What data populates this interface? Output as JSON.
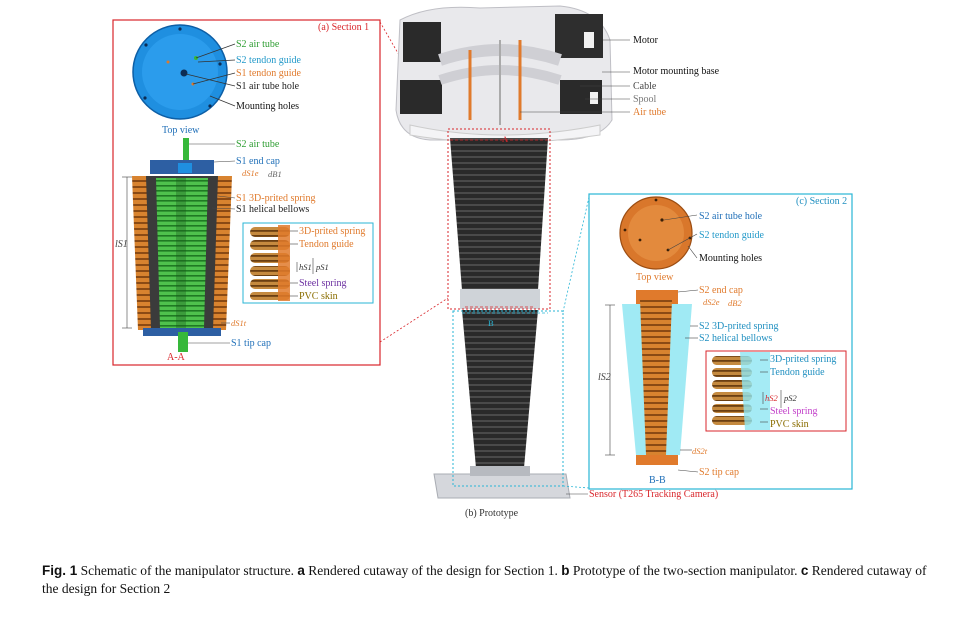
{
  "section1": {
    "title": "(a) Section 1",
    "top_view": "Top view",
    "cut": "A-A",
    "labels": {
      "s2_air_tube": "S2 air tube",
      "s2_tendon_guide": "S2 tendon guide",
      "s1_tendon_guide": "S1 tendon guide",
      "s1_air_tube_hole": "S1 air tube hole",
      "mounting_holes": "Mounting holes",
      "s2_air_tube_b": "S2 air tube",
      "s1_end_cap": "S1 end cap",
      "d_s1e": "dS1e",
      "d_b1": "dB1",
      "s1_printed_spring": "S1 3D-prited spring",
      "s1_helical_bellows": "S1 helical bellows",
      "printed_spring": "3D-prited spring",
      "tendon_guide": "Tendon guide",
      "h_s1": "hS1",
      "p_s1": "pS1",
      "steel_spring": "Steel spring",
      "pvc_skin": "PVC skin",
      "d_s1t": "dS1t",
      "l_s1": "lS1",
      "s1_tip_cap": "S1 tip cap"
    }
  },
  "prototype": {
    "title": "(b) Prototype",
    "labels": {
      "motor": "Motor",
      "motor_mounting_base": "Motor mounting base",
      "cable": "Cable",
      "spool": "Spool",
      "air_tube": "Air tube",
      "sensor": "Sensor (T265 Tracking Camera)",
      "mark_a": "A",
      "mark_b": "B"
    }
  },
  "section2": {
    "title": "(c) Section 2",
    "top_view": "Top view",
    "cut": "B-B",
    "labels": {
      "s2_air_tube_hole": "S2 air tube hole",
      "s2_tendon_guide": "S2 tendon guide",
      "mounting_holes": "Mounting holes",
      "s2_end_cap": "S2 end cap",
      "d_s2e": "dS2e",
      "d_b2": "dB2",
      "s2_printed_spring": "S2 3D-prited spring",
      "s2_helical_bellows": "S2 helical bellows",
      "printed_spring": "3D-prited spring",
      "tendon_guide": "Tendon guide",
      "h_s2": "hS2",
      "p_s2": "pS2",
      "steel_spring": "Steel spring",
      "pvc_skin": "PVC skin",
      "l_s2": "lS2",
      "d_s2t": "dS2t",
      "s2_tip_cap": "S2 tip cap"
    }
  },
  "caption": {
    "fig": "Fig. 1",
    "t1": " Schematic of the manipulator structure. ",
    "a": "a",
    "t2": " Rendered cutaway of the design for Section 1. ",
    "b": "b",
    "t3": " Prototype of the two-section manipulator. ",
    "c": "c",
    "t4": " Rendered cutaway of the design for Section 2"
  },
  "colors": {
    "red": "#d9262b",
    "cyan": "#29b6d6",
    "orange": "#e07a2c",
    "blue": "#1f8fe0",
    "green": "#36b83a",
    "dark": "#1f1f1f"
  }
}
